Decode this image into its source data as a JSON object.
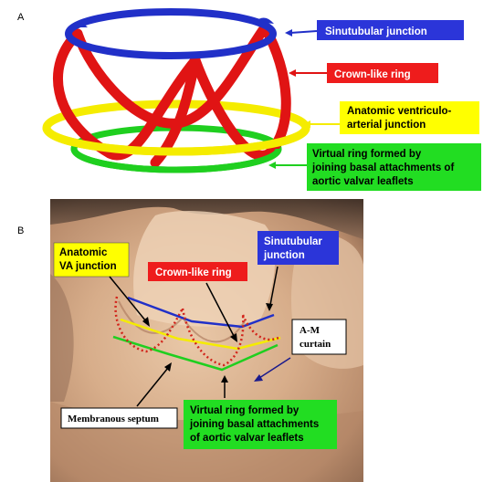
{
  "panel_a": {
    "letter": "A",
    "labels": {
      "sinutubular": "Sinutubular junction",
      "crown": "Crown-like ring",
      "anatomic_line1": "Anatomic ventriculo-",
      "anatomic_line2": "arterial junction",
      "virtual_line1": "Virtual ring formed by",
      "virtual_line2": "joining basal attachments of",
      "virtual_line3": "aortic valvar leaflets"
    }
  },
  "panel_b": {
    "letter": "B",
    "labels": {
      "anatomic_line1": "Anatomic",
      "anatomic_line2": "VA junction",
      "crown": "Crown-like ring",
      "sinutubular_line1": "Sinutubular",
      "sinutubular_line2": "junction",
      "am_line1": "A-M",
      "am_line2": "curtain",
      "membranous": "Membranous septum",
      "virtual_line1": "Virtual ring formed by",
      "virtual_line2": "joining basal attachments",
      "virtual_line3": "of aortic valvar leaflets"
    }
  },
  "colors": {
    "blue": "#2130c8",
    "red": "#e01414",
    "yellow": "#f5ec00",
    "green": "#1fcf1f",
    "label_blue": "#2b35d9",
    "label_red": "#ee1c1c",
    "label_yellow": "#ffff00",
    "label_green": "#22dd22"
  }
}
